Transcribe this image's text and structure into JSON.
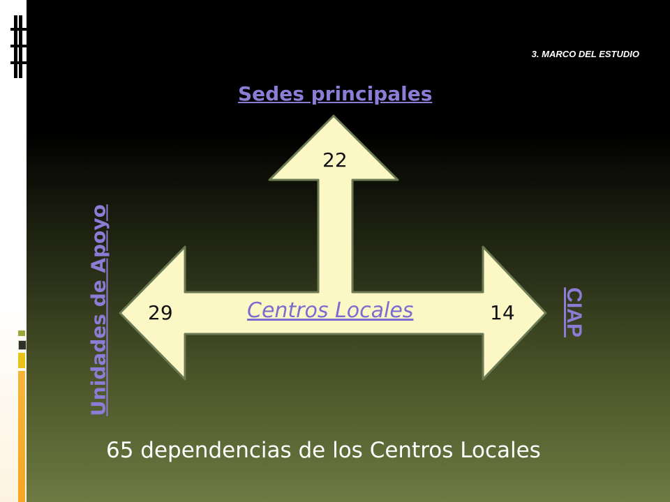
{
  "header": {
    "section_label": "3. MARCO DEL ESTUDIO"
  },
  "labels": {
    "top": "Sedes principales",
    "left": "Unidades de Apoyo",
    "right": "CIAP",
    "center": "Centros Locales"
  },
  "values": {
    "top": "22",
    "left": "29",
    "right": "14"
  },
  "footer": {
    "summary": "65 dependencias de los Centros Locales"
  },
  "colors": {
    "arrow_fill": "#fbf8c6",
    "arrow_stroke": "#6b7a52",
    "link": "#8d7cd6",
    "accent_green": "#9aaa3a",
    "accent_yellow": "#e8c41a",
    "accent_orange": "#f5a623"
  }
}
